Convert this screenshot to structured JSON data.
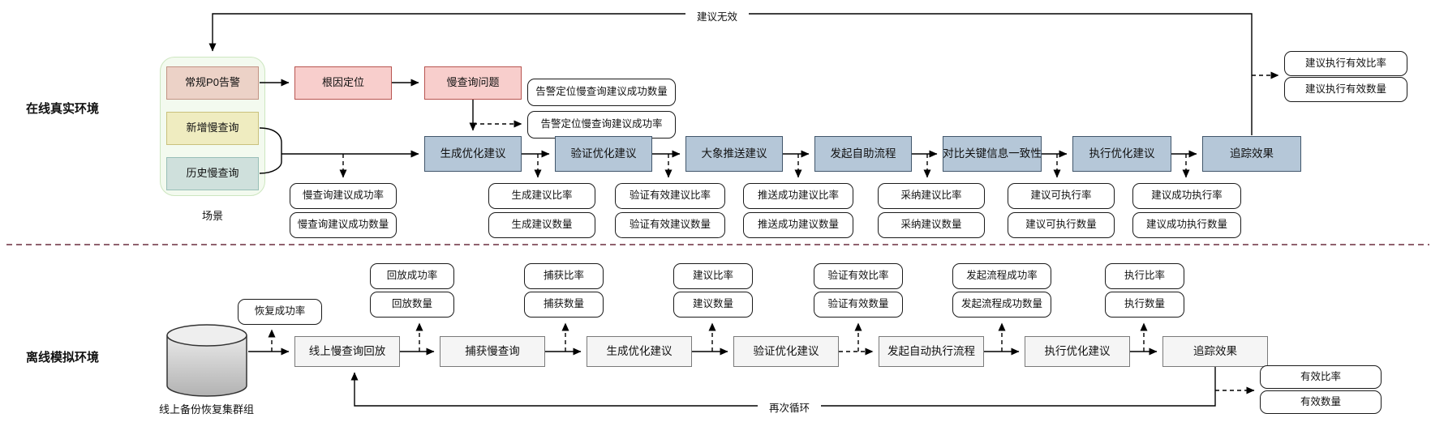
{
  "diagram": {
    "online": {
      "section_label": "在线真实环境",
      "scene": {
        "caption": "场景",
        "items": [
          "常规P0告警",
          "新增慢查询",
          "历史慢查询"
        ]
      },
      "root_cause": "根因定位",
      "slow_query_issue": "慢查询问题",
      "alert_metrics": [
        "告警定位慢查询建议成功数量",
        "告警定位慢查询建议成功率"
      ],
      "flow": [
        "生成优化建议",
        "验证优化建议",
        "大象推送建议",
        "发起自助流程",
        "对比关键信息一致性",
        "执行优化建议",
        "追踪效果"
      ],
      "metric_pairs": [
        [
          "慢查询建议成功率",
          "慢查询建议成功数量"
        ],
        [
          "生成建议比率",
          "生成建议数量"
        ],
        [
          "验证有效建议比率",
          "验证有效建议数量"
        ],
        [
          "推送成功建议比率",
          "推送成功建议数量"
        ],
        [
          "采纳建议比率",
          "采纳建议数量"
        ],
        [
          "建议可执行率",
          "建议可执行数量"
        ],
        [
          "建议成功执行率",
          "建议成功执行数量"
        ]
      ],
      "outcome_metrics": [
        "建议执行有效比率",
        "建议执行有效数量"
      ],
      "feedback_label": "建议无效"
    },
    "offline": {
      "section_label": "离线模拟环境",
      "datasource_label": "线上备份恢复集群组",
      "restore_metric": "恢复成功率",
      "flow": [
        "线上慢查询回放",
        "捕获慢查询",
        "生成优化建议",
        "验证优化建议",
        "发起自动执行流程",
        "执行优化建议",
        "追踪效果"
      ],
      "metric_pairs": [
        [
          "回放成功率",
          "回放数量"
        ],
        [
          "捕获比率",
          "捕获数量"
        ],
        [
          "建议比率",
          "建议数量"
        ],
        [
          "验证有效比率",
          "验证有效数量"
        ],
        [
          "发起流程成功率",
          "发起流程成功数量"
        ],
        [
          "执行比率",
          "执行数量"
        ]
      ],
      "outcome_metrics": [
        "有效比率",
        "有效数量"
      ],
      "loop_label": "再次循环"
    },
    "colors": {
      "scene_container_fill": "#f3faef",
      "scene_container_border": "#cde6c0",
      "scene_alert_fill": "#ecd2c7",
      "scene_new_fill": "#efecc0",
      "scene_hist_fill": "#cfe0dc",
      "issue_fill": "#f8cecc",
      "issue_border": "#b85450",
      "online_flow_fill": "#b5c7d8",
      "online_flow_border": "#41566b",
      "offline_flow_fill": "#f5f5f5",
      "offline_flow_border": "#666666",
      "separator": "#6b2d3e",
      "arrow": "#000000"
    }
  }
}
